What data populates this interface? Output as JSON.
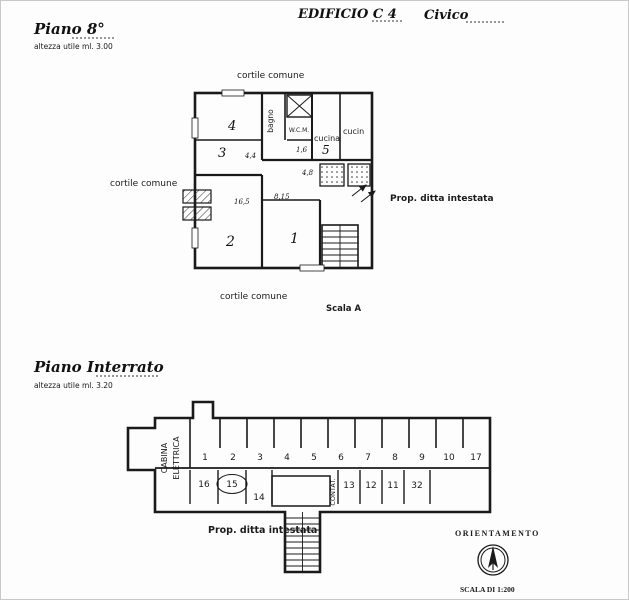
{
  "header": {
    "edificio": "EDIFICIO C 4",
    "civico": "Civico"
  },
  "floor8": {
    "title": "Piano 8°",
    "subtitle": "altezza utile ml. 3.00",
    "cortile_top": "cortile comune",
    "cortile_left": "cortile comune",
    "cortile_bottom": "cortile comune",
    "bagno": "bagno",
    "wc": "W.C.M.",
    "cucina_1": "cucina",
    "cucina_2": "cucin",
    "prop": "Prop. ditta intestata",
    "scala_a": "Scala A",
    "rooms": [
      "1",
      "2",
      "3",
      "4",
      "5"
    ],
    "dims": [
      "4,4",
      "1,6",
      "4,8",
      "8,15",
      "16,5"
    ]
  },
  "basement": {
    "title": "Piano Interrato",
    "subtitle": "altezza utile ml. 3.20",
    "cabina_line1": "CABINA",
    "cabina_line2": "ELETTRICA",
    "contat": "CONTAT.",
    "prop": "Prop. ditta intestata",
    "stalls_top": [
      "1",
      "2",
      "3",
      "4",
      "5",
      "6",
      "7",
      "8",
      "9",
      "10",
      "17"
    ],
    "stalls_bottom": [
      "16",
      "15",
      "14",
      "13",
      "12",
      "11",
      "32"
    ]
  },
  "orientation": {
    "title": "ORIENTAMENTO",
    "scale": "SCALA DI 1:200"
  }
}
